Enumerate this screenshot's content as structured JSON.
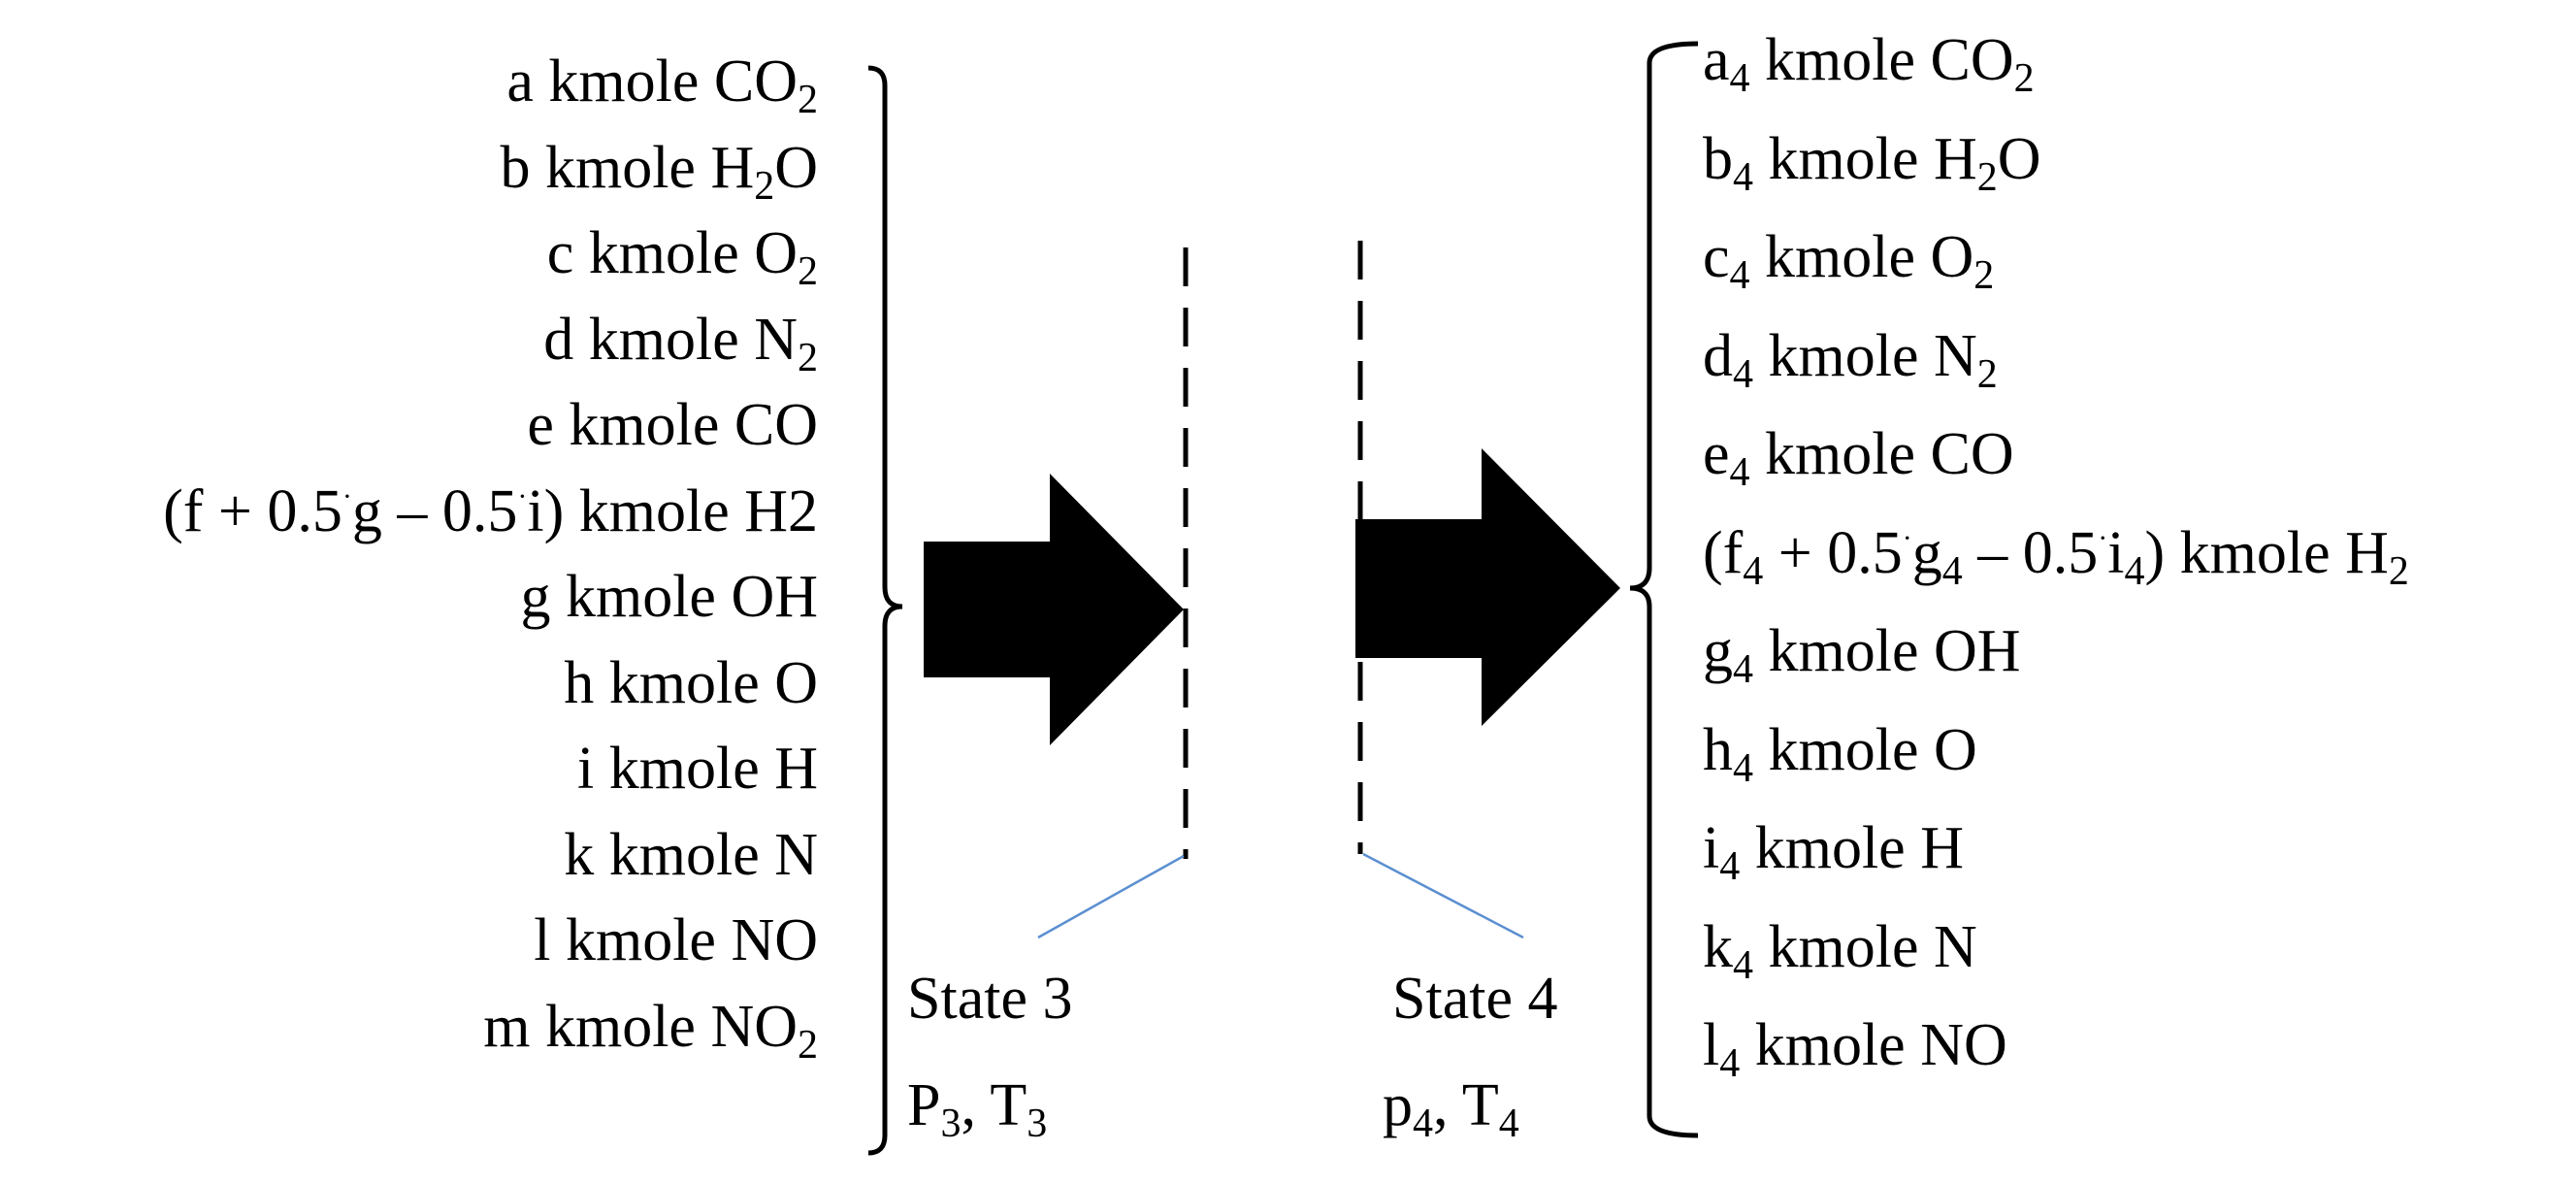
{
  "left_species": [
    {
      "prefix": "a kmole CO",
      "sub": "2",
      "suffix": ""
    },
    {
      "prefix": "b kmole H",
      "sub": "2",
      "suffix": "O"
    },
    {
      "prefix": "c kmole O",
      "sub": "2",
      "suffix": ""
    },
    {
      "prefix": "d kmole N",
      "sub": "2",
      "suffix": ""
    },
    {
      "prefix": "e kmole CO",
      "sub": "",
      "suffix": ""
    },
    {
      "prefix": "(f + 0.5",
      "dot1": "·",
      "mid": "g – 0.5",
      "dot2": "·",
      "tail": "i) kmole H2"
    },
    {
      "prefix": "g kmole OH",
      "sub": "",
      "suffix": ""
    },
    {
      "prefix": "h kmole O",
      "sub": "",
      "suffix": ""
    },
    {
      "prefix": "i kmole H",
      "sub": "",
      "suffix": ""
    },
    {
      "prefix": "k kmole N",
      "sub": "",
      "suffix": ""
    },
    {
      "prefix": "l kmole NO",
      "sub": "",
      "suffix": ""
    },
    {
      "prefix": "m kmole NO",
      "sub": "2",
      "suffix": ""
    }
  ],
  "right_species": {
    "a": {
      "c": "a",
      "s": "4",
      "t": " kmole CO",
      "ts": "2"
    },
    "b": {
      "c": "b",
      "s": "4",
      "t": " kmole H",
      "ts": "2",
      "tail": "O"
    },
    "c": {
      "c": "c",
      "s": "4",
      "t": " kmole O",
      "ts": "2"
    },
    "d": {
      "c": "d",
      "s": "4",
      "t": " kmole N",
      "ts": "2"
    },
    "e": {
      "c": "e",
      "s": "4",
      "t": " kmole CO"
    },
    "f": {
      "open": "(f",
      "s1": "4",
      "p1": " + 0.5",
      "d1": "·",
      "g": "g",
      "s2": "4",
      "p2": " – 0.5",
      "d2": "·",
      "i": "i",
      "s3": "4",
      "t": ") kmole H",
      "ts": "2"
    },
    "g": {
      "c": "g",
      "s": "4",
      "t": " kmole OH"
    },
    "h": {
      "c": "h",
      "s": "4",
      "t": " kmole O"
    },
    "i": {
      "c": "i",
      "s": "4",
      "t": " kmole H"
    },
    "k": {
      "c": "k",
      "s": "4",
      "t": " kmole N"
    },
    "l": {
      "c": "l",
      "s": "4",
      "t": " kmole NO"
    }
  },
  "state3": {
    "title": "State 3",
    "p": "P",
    "p_sub": "3",
    "sep": ", T",
    "t_sub": "3"
  },
  "state4": {
    "title": "State 4",
    "p": "p",
    "p_sub": "4",
    "sep": ", T",
    "t_sub": "4"
  },
  "colors": {
    "ink": "#000000",
    "leader": "#5b8fd0"
  }
}
